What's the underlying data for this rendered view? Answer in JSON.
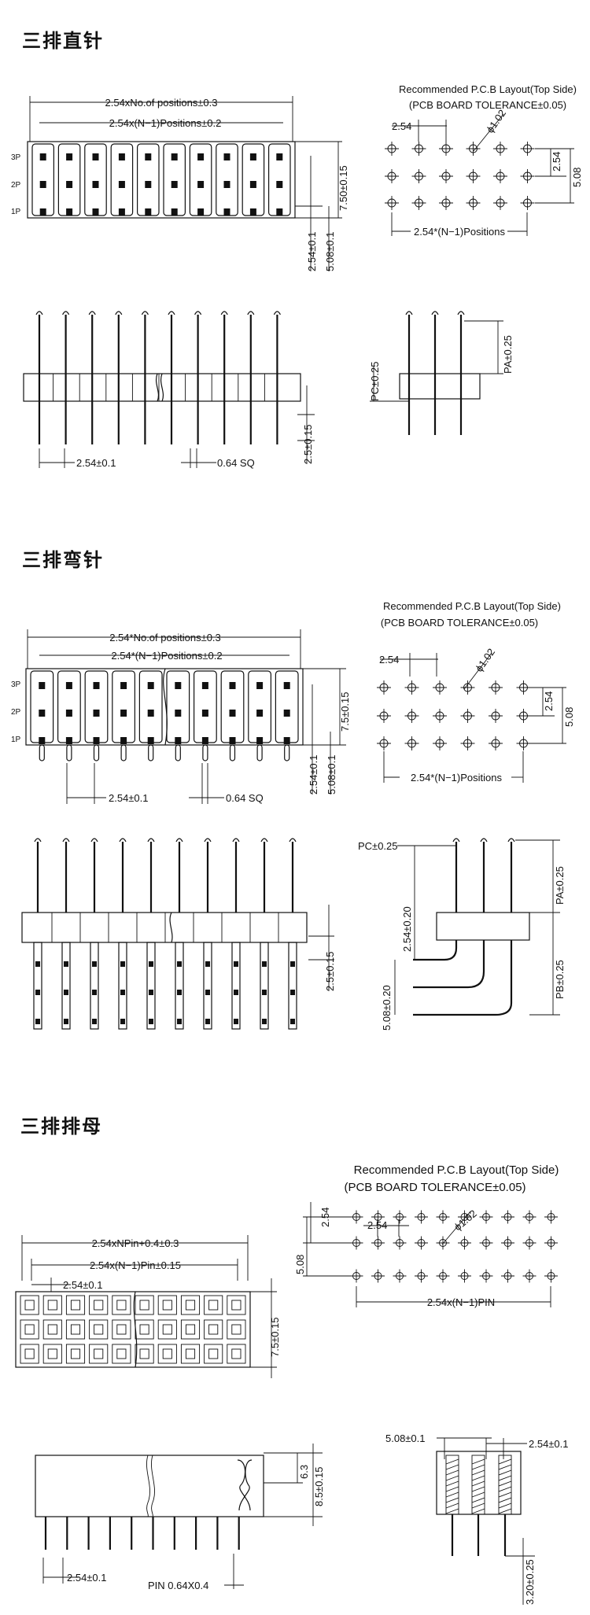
{
  "sections": [
    {
      "title": "三排直针",
      "labels": {
        "overall": "2.54xNo.of positions±0.3",
        "pitch_span": "2.54x(N−1)Positions±0.2",
        "rows": [
          "3P",
          "2P",
          "1P"
        ],
        "height": "7.50±0.15",
        "row_pitch_a": "2.54±0.1",
        "row_pitch_b": "5.08±0.1",
        "layout_title": "Recommended P.C.B Layout(Top Side)",
        "layout_tol": "(PCB BOARD TOLERANCE±0.05)",
        "layout_pitch": "2.54",
        "layout_hole": "ϕ1.02",
        "layout_v1": "2.54",
        "layout_v2": "5.08",
        "layout_span": "2.54*(N−1)Positions",
        "pitch_bottom": "2.54±0.1",
        "pin_size": "0.64 SQ",
        "tail": "2.5±0.15",
        "pc": "PC±0.25",
        "pa": "PA±0.25"
      }
    },
    {
      "title": "三排弯针",
      "labels": {
        "layout_title": "Recommended P.C.B Layout(Top Side)",
        "layout_tol": "(PCB BOARD TOLERANCE±0.05)",
        "overall": "2.54*No.of positions±0.3",
        "pitch_span": "2.54*(N−1)Positions±0.2",
        "rows": [
          "3P",
          "2P",
          "1P"
        ],
        "height": "7.5±0.15",
        "row_pitch_a": "2.54±0.1",
        "row_pitch_b": "5.08±0.1",
        "layout_pitch": "2.54",
        "layout_hole": "ϕ1.02",
        "layout_v1": "2.54",
        "layout_v2": "5.08",
        "layout_span": "2.54*(N−1)Positions",
        "pitch_bottom": "2.54±0.1",
        "pin_size": "0.64 SQ",
        "tail": "2.5±0.15",
        "pc": "PC±0.25",
        "pa": "PA±0.25",
        "pb": "PB±0.25",
        "side_a": "2.54±0.20",
        "side_b": "5.08±0.20"
      }
    },
    {
      "title": "三排排母",
      "labels": {
        "layout_title": "Recommended P.C.B Layout(Top Side)",
        "layout_tol": "(PCB BOARD TOLERANCE±0.05)",
        "overall": "2.54xNPin+0.4±0.3",
        "pitch_span": "2.54x(N−1)Pin±0.15",
        "pitch_one": "2.54±0.1",
        "height": "7.5±0.15",
        "layout_v1": "2.54",
        "layout_v2": "5.08",
        "layout_pitch": "2.54",
        "layout_hole": "ϕ1.02",
        "layout_span": "2.54x(N−1)PIN",
        "side_h1": "6.3",
        "side_h2": "8.5±0.15",
        "pitch_bottom": "2.54±0.1",
        "pin_size": "PIN 0.64X0.4",
        "end_a": "5.08±0.1",
        "end_b": "2.54±0.1",
        "end_tail": "3.20±0.25"
      }
    }
  ],
  "colors": {
    "ink": "#111111",
    "background": "#ffffff"
  }
}
